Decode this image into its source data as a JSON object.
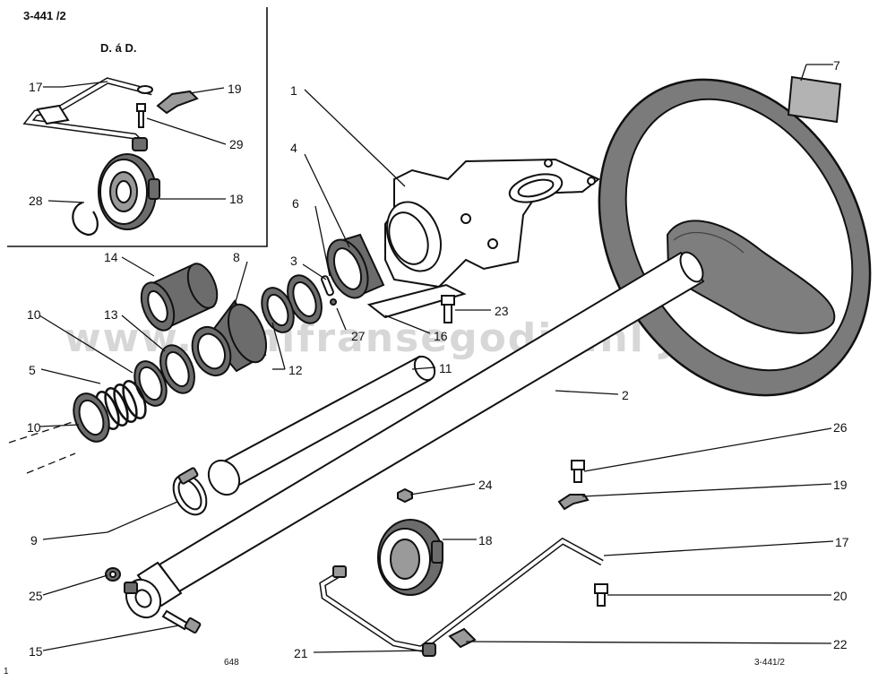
{
  "header": {
    "ref_top": "3-441 /2"
  },
  "inset": {
    "title": "D. á D."
  },
  "footer": {
    "ref_bottom": "3-441/2",
    "page_num": "648",
    "corner_num": "1"
  },
  "watermark": "www.minifransegodin.nl   JeePee",
  "callouts": {
    "c1": "1",
    "c2": "2",
    "c3": "3",
    "c4": "4",
    "c5": "5",
    "c6": "6",
    "c7": "7",
    "c8": "8",
    "c9": "9",
    "c10a": "10",
    "c10b": "10",
    "c11": "11",
    "c12": "12",
    "c13": "13",
    "c14": "14",
    "c15": "15",
    "c16": "16",
    "c17a": "17",
    "c17b": "17",
    "c18a": "18",
    "c18b": "18",
    "c19a": "19",
    "c19b": "19",
    "c20": "20",
    "c21": "21",
    "c22": "22",
    "c23": "23",
    "c24": "24",
    "c25": "25",
    "c26": "26",
    "c27": "27",
    "c28": "28",
    "c29": "29"
  }
}
